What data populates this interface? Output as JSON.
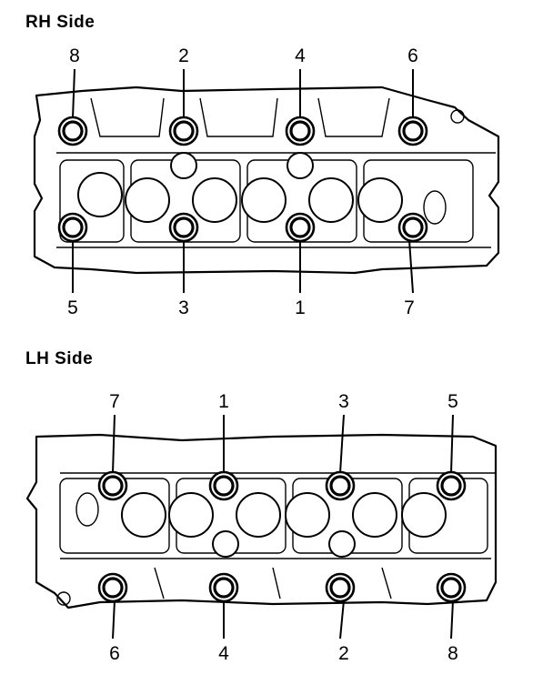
{
  "rh_side": {
    "title": "RH Side",
    "bolts": [
      {
        "label": "8",
        "row": "top",
        "col": 1
      },
      {
        "label": "2",
        "row": "top",
        "col": 2
      },
      {
        "label": "4",
        "row": "top",
        "col": 3
      },
      {
        "label": "6",
        "row": "top",
        "col": 4
      },
      {
        "label": "5",
        "row": "bottom",
        "col": 1
      },
      {
        "label": "3",
        "row": "bottom",
        "col": 2
      },
      {
        "label": "1",
        "row": "bottom",
        "col": 3
      },
      {
        "label": "7",
        "row": "bottom",
        "col": 4
      }
    ]
  },
  "lh_side": {
    "title": "LH Side",
    "bolts": [
      {
        "label": "7",
        "row": "top",
        "col": 1
      },
      {
        "label": "1",
        "row": "top",
        "col": 2
      },
      {
        "label": "3",
        "row": "top",
        "col": 3
      },
      {
        "label": "5",
        "row": "top",
        "col": 4
      },
      {
        "label": "6",
        "row": "bottom",
        "col": 1
      },
      {
        "label": "4",
        "row": "bottom",
        "col": 2
      },
      {
        "label": "2",
        "row": "bottom",
        "col": 3
      },
      {
        "label": "8",
        "row": "bottom",
        "col": 4
      }
    ]
  }
}
